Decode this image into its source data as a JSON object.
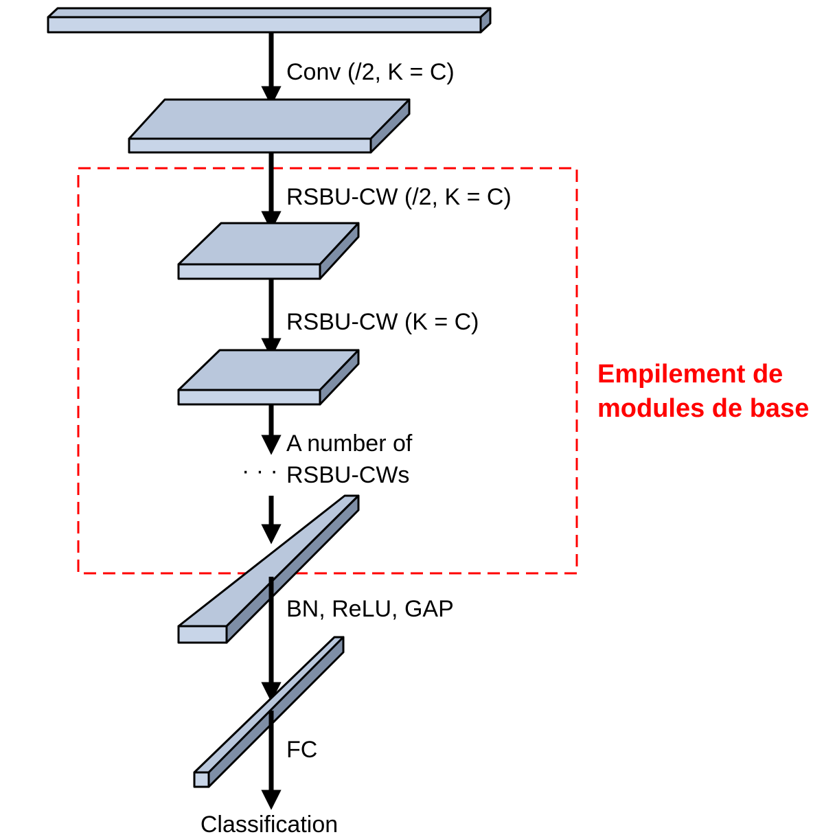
{
  "diagram": {
    "stages": [
      {
        "label": "Conv (/2, K = C)"
      },
      {
        "label": "RSBU-CW (/2, K = C)"
      },
      {
        "label": "RSBU-CW (K = C)"
      },
      {
        "label_line1": "A number of",
        "label_line2": "RSBU-CWs",
        "dots": "· · ·"
      },
      {
        "label": "BN, ReLU, GAP"
      },
      {
        "label": "FC"
      }
    ],
    "output": "Classification",
    "group_note": {
      "line1": "Empilement de",
      "line2": "modules de base"
    }
  },
  "colors": {
    "slab_fill": "#c8d5e8",
    "slab_side": "#7e8ea6",
    "arrow": "#000000",
    "group_border": "#ff0000",
    "note_text": "#ff0000"
  }
}
